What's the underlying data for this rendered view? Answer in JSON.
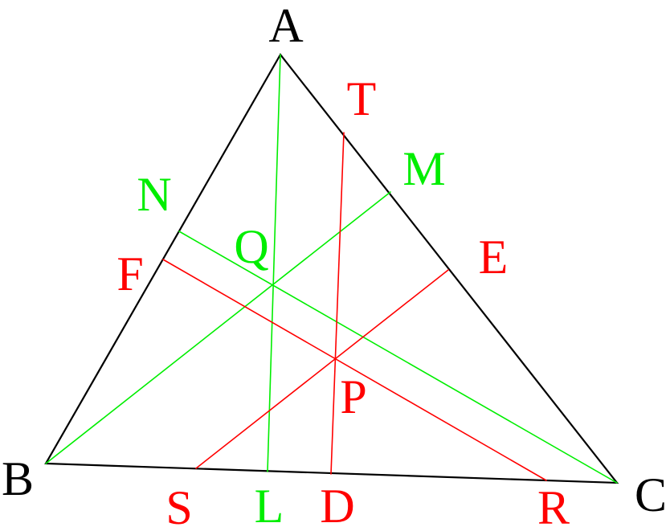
{
  "colors": {
    "triangle": "#000000",
    "red": "#ff0000",
    "green": "#00ee00"
  },
  "labels": {
    "A": "A",
    "B": "B",
    "C": "C",
    "T": "T",
    "M": "M",
    "N": "N",
    "Q": "Q",
    "E": "E",
    "F": "F",
    "P": "P",
    "S": "S",
    "L": "L",
    "D": "D",
    "R": "R"
  }
}
